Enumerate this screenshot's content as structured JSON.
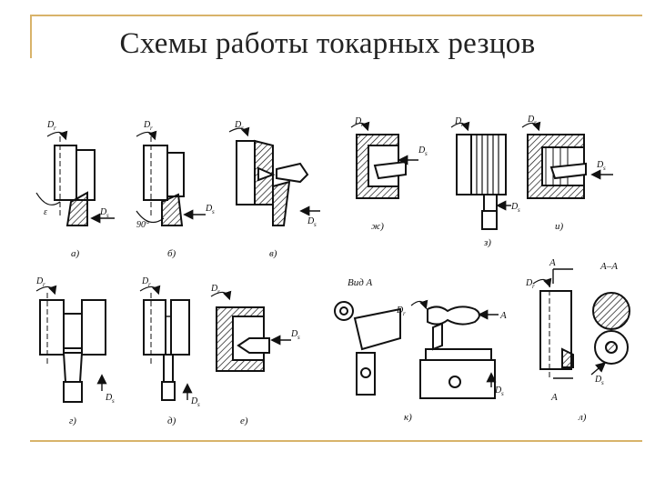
{
  "slide": {
    "title": "Схемы работы токарных резцов"
  },
  "labels": {
    "a": "а)",
    "b": "б)",
    "v": "в)",
    "g": "г)",
    "d": "д)",
    "e": "е)",
    "zh": "ж)",
    "z": "з)",
    "i": "и)",
    "k": "к)",
    "l": "л)",
    "vid_a": "Вид А",
    "a_a": "А–А",
    "A": "А",
    "Dr": "D",
    "r": "r",
    "Ds": "D",
    "s": "s",
    "angle_a": "ε",
    "angle_b": "90°"
  },
  "colors": {
    "frame": "#d8b36a",
    "ink": "#111111"
  }
}
